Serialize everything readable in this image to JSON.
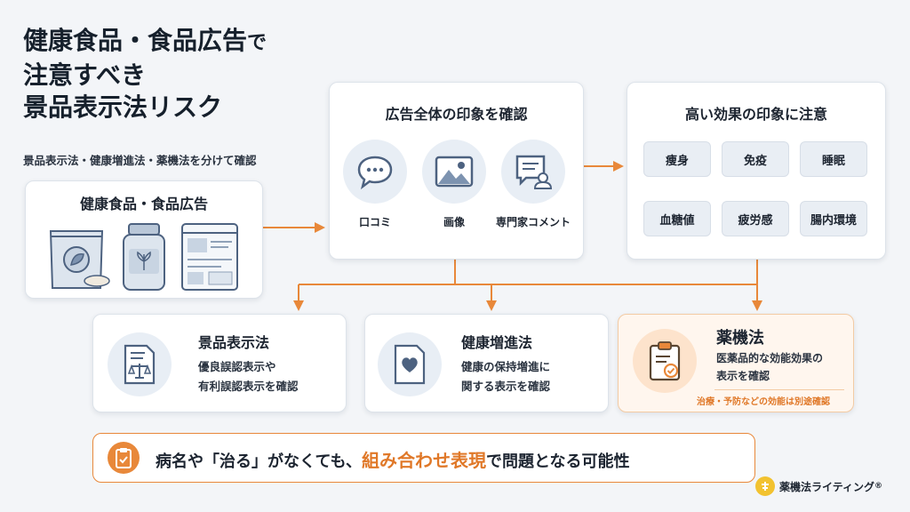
{
  "title": {
    "line1": "健康食品・食品広告",
    "line1_suffix": "で",
    "line2": "注意すべき",
    "line3": "景品表示法リスク"
  },
  "subtitle": "景品表示法・健康増進法・薬機法を分けて確認",
  "source_card": {
    "title": "健康食品・食品広告"
  },
  "impression_card": {
    "title": "広告全体の印象を確認",
    "items": [
      {
        "label": "口コミ",
        "icon": "speech-bubble-icon"
      },
      {
        "label": "画像",
        "icon": "image-icon"
      },
      {
        "label": "専門家コメント",
        "icon": "expert-comment-icon"
      }
    ]
  },
  "effects_card": {
    "title": "高い効果の印象に注意",
    "tags": [
      "痩身",
      "免疫",
      "睡眠",
      "血糖値",
      "疲労感",
      "腸内環境"
    ]
  },
  "laws": [
    {
      "title": "景品表示法",
      "desc1": "優良誤認表示や",
      "desc2": "有利誤認表示を確認",
      "icon": "scale-document-icon"
    },
    {
      "title": "健康増進法",
      "desc1": "健康の保持増進に",
      "desc2": "関する表示を確認",
      "icon": "heart-document-icon"
    },
    {
      "title": "薬機法",
      "desc1": "医薬品的な効能効果の",
      "desc2": "表示を確認",
      "note": "治療・予防などの効能は別途確認",
      "icon": "clipboard-check-icon"
    }
  ],
  "banner": {
    "text_before": "病名や「治る」がなくても、",
    "highlight": "組み合わせ表現",
    "text_after": "で問題となる可能性",
    "icon": "clipboard-check-icon"
  },
  "brand": {
    "name": "薬機法ライティング",
    "mark": "®"
  },
  "colors": {
    "accent": "#e8883a",
    "accent_text": "#e07828",
    "navy": "#4d6280",
    "light_blue": "#e8eef5"
  }
}
